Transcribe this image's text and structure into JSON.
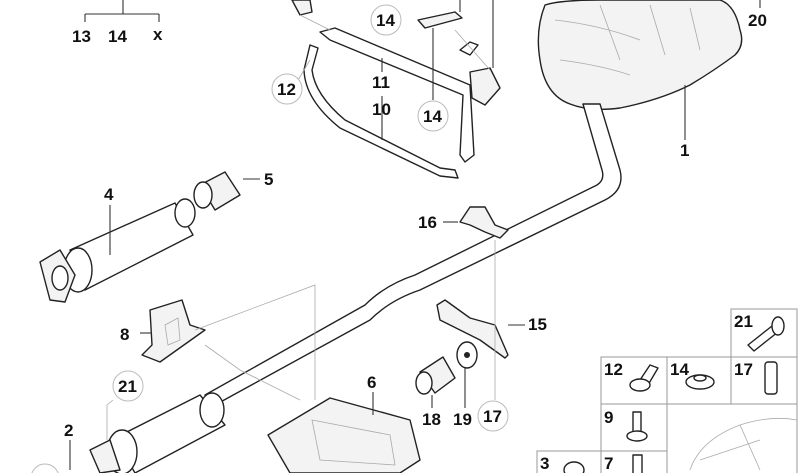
{
  "diagram": {
    "title_group": {
      "items": [
        "13",
        "14",
        "x"
      ]
    },
    "callouts": {
      "p1": "1",
      "p2": "2",
      "p4": "4",
      "p5": "5",
      "p6": "6",
      "p8": "8",
      "p10": "10",
      "p11": "11",
      "p12": "12",
      "p14a": "14",
      "p14b": "14",
      "p15": "15",
      "p16": "16",
      "p17": "17",
      "p18": "18",
      "p19": "19",
      "p20": "20",
      "p21": "21"
    },
    "parts_grid": {
      "cells": [
        "21",
        "12",
        "14",
        "17",
        "9",
        "3",
        "7"
      ]
    }
  }
}
